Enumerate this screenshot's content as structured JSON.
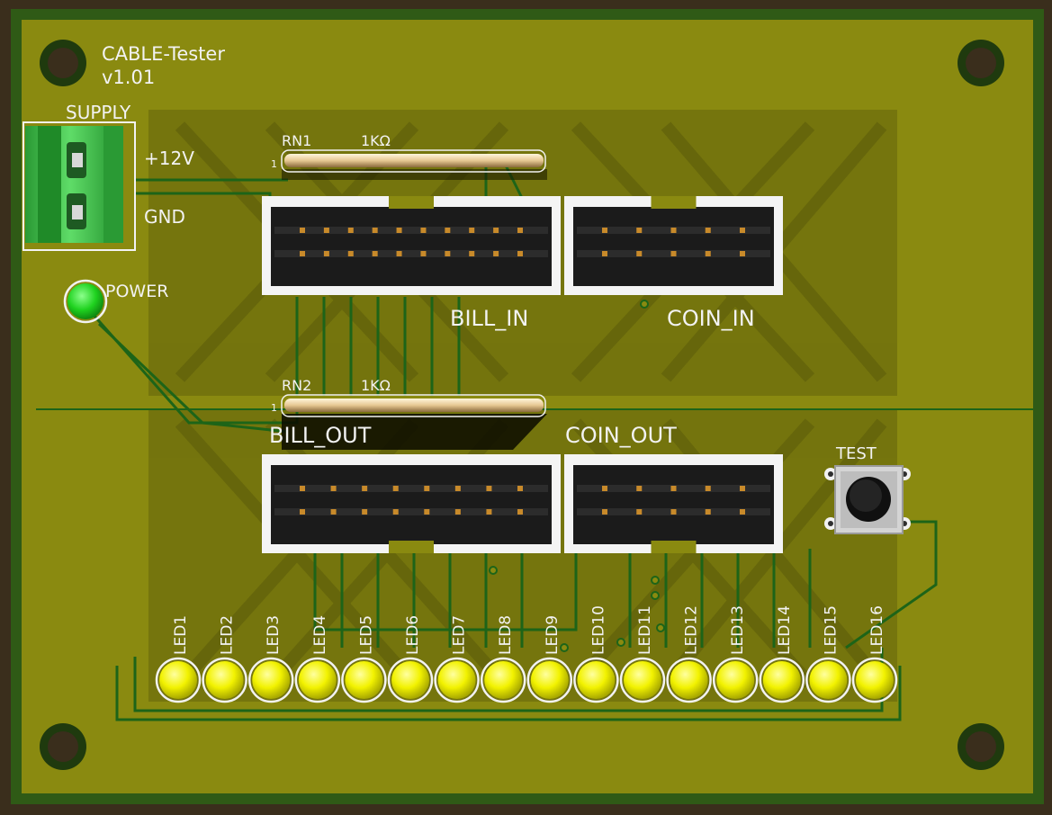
{
  "board": {
    "title": "CABLE-Tester",
    "version": "v1.01",
    "colors": {
      "substrate": "#8a8a10",
      "edge": "#2f5a16",
      "trace": "#1d6418",
      "silkscreen": "#f2f2f2",
      "led": "#f2f200",
      "power_led": "#1fd21f",
      "terminal": "#3fc24a"
    }
  },
  "supply": {
    "label": "SUPPLY",
    "pin_plus": "+12V",
    "pin_gnd": "GND"
  },
  "power_led": {
    "label": "POWER"
  },
  "resistor_networks": [
    {
      "ref": "RN1",
      "value": "1KΩ",
      "pin1": "1"
    },
    {
      "ref": "RN2",
      "value": "1KΩ",
      "pin1": "1"
    }
  ],
  "connectors": {
    "bill_in": "BILL_IN",
    "coin_in": "COIN_IN",
    "bill_out": "BILL_OUT",
    "coin_out": "COIN_OUT"
  },
  "test_button": {
    "label": "TEST"
  },
  "leds": [
    "LED1",
    "LED2",
    "LED3",
    "LED4",
    "LED5",
    "LED6",
    "LED7",
    "LED8",
    "LED9",
    "LED10",
    "LED11",
    "LED12",
    "LED13",
    "LED14",
    "LED15",
    "LED16"
  ]
}
